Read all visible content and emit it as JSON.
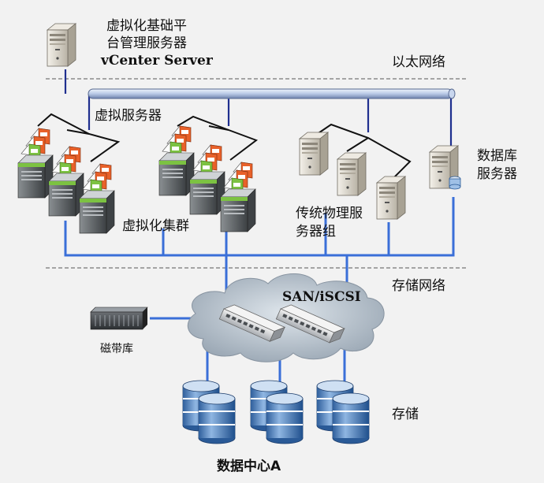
{
  "labels": {
    "vcenter_line1": "虚拟化基础平",
    "vcenter_line2": "台管理服务器",
    "vcenter_line3": "vCenter Server",
    "ethernet": "以太网络",
    "virtual_servers": "虚拟服务器",
    "virtual_cluster": "虚拟化集群",
    "physical_line1": "传统物理服",
    "physical_line2": "务器组",
    "db_line1": "数据库",
    "db_line2": "服务器",
    "storage_network": "存储网络",
    "san": "SAN/iSCSI",
    "tape": "磁带库",
    "storage": "存储",
    "datacenter": "数据中心A"
  },
  "colors": {
    "background": "#f2f2f2",
    "ethernet_link": "#1f2f8f",
    "storage_link": "#3a6fd8",
    "backbone_fill": "#c8d6ee",
    "cloud_fill": "#b8c3cf",
    "disk_blue": "#3b78b8",
    "vm_orange": "#e8612a",
    "vm_green": "#7cc242",
    "server_body": "#d7d2c6"
  },
  "icons": {
    "vcenter": "server-tower-icon",
    "virtual_servers": "virtual-server-stack-icon",
    "physical_servers": "server-tower-icon",
    "db_server": "database-server-icon",
    "switches": "network-switch-icon",
    "tape_library": "tape-library-icon",
    "storage": "disk-array-icon",
    "cloud": "cloud-icon"
  }
}
